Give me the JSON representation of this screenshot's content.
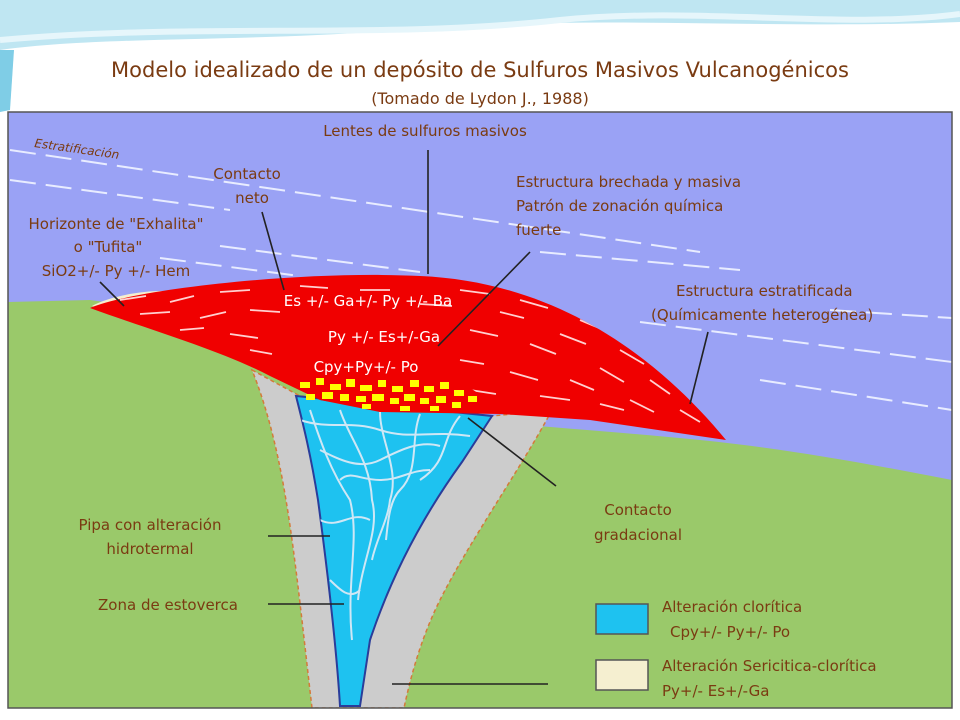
{
  "header": {
    "title": "Modelo idealizado de un depósito de Sulfuros Masivos Vulcanogénicos",
    "source": "(Tomado de Lydon J., 1988)"
  },
  "labels": {
    "estratificacion": "Estratificación",
    "lentes": "Lentes de sulfuros masivos",
    "contacto_neto_1": "Contacto",
    "contacto_neto_2": "neto",
    "horizonte_1": "Horizonte de \"Exhalita\"",
    "horizonte_2": "o \"Tufita\"",
    "horizonte_3": "SiO2+/- Py +/- Hem",
    "brechada_1": "Estructura brechada y masiva",
    "brechada_2": "Patrón de zonación química",
    "brechada_3": "fuerte",
    "estratificada_1": "Estructura estratificada",
    "estratificada_2": "(Químicamente heterogénea)",
    "mineral_1": "Es +/- Ga+/- Py +/- Ba",
    "mineral_2": "Py +/- Es+/-Ga",
    "mineral_3": "Cpy+Py+/- Po",
    "contacto_grad_1": "Contacto",
    "contacto_grad_2": "gradacional",
    "pipa_1": "Pipa con alteración",
    "pipa_2": "hidrotermal",
    "estoverca": "Zona de estoverca"
  },
  "legend": {
    "cloritica_1": "Alteración clorítica",
    "cloritica_2": "Cpy+/- Py+/- Po",
    "sericitica_1": "Alteración Sericitica-clorítica",
    "sericitica_2": "Py+/- Es+/-Ga"
  },
  "colors": {
    "water": "#9aa2f5",
    "ground": "#9ac96a",
    "lens": "#f00000",
    "stockwork": "#1ec2f0",
    "pipe": "#cccccc",
    "exhalite": "#f5efd0",
    "ore": "#ffff00",
    "text": "#7a3b12"
  }
}
